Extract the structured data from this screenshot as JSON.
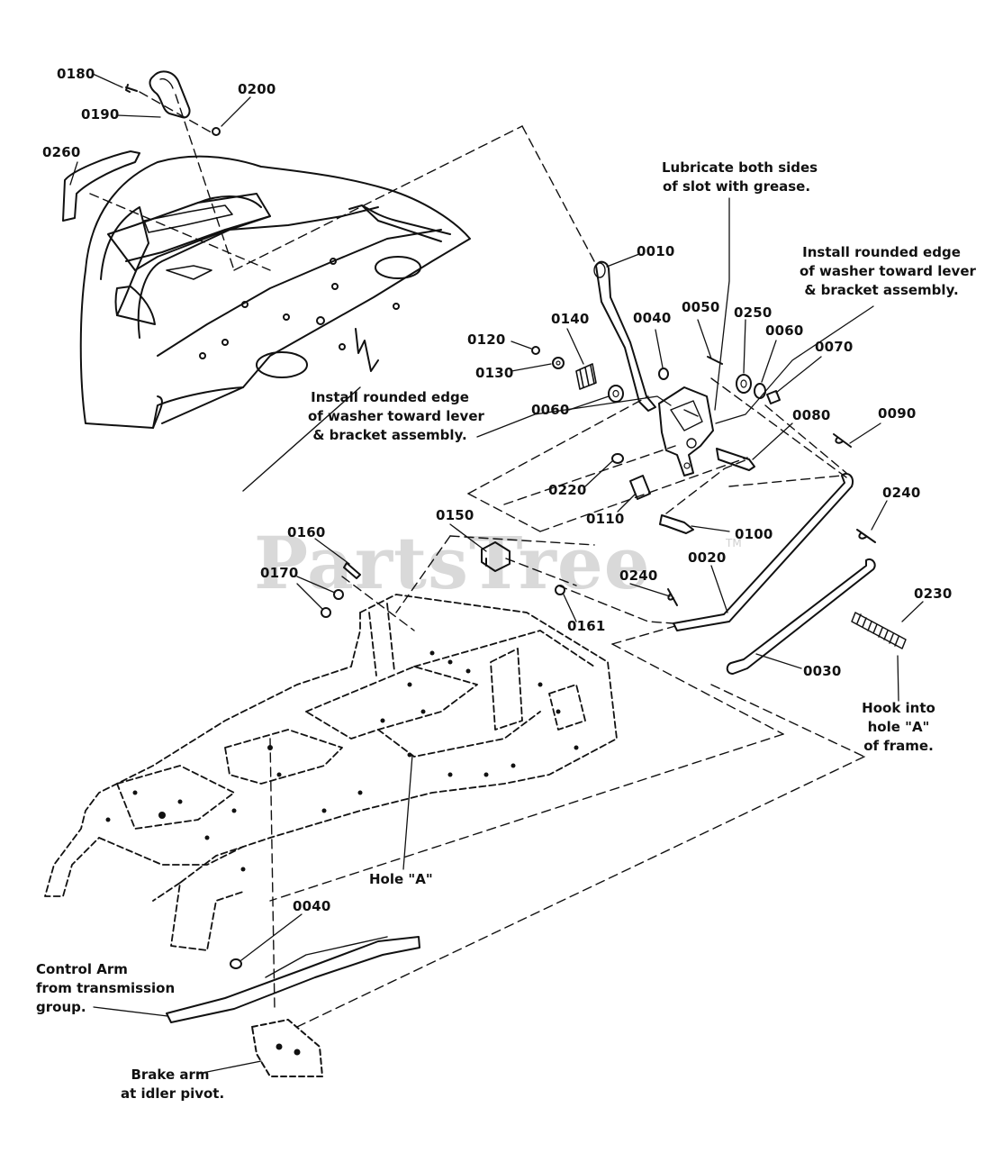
{
  "watermark": {
    "text": "PartsTree",
    "tm": "TM"
  },
  "parts": {
    "p0180": "0180",
    "p0190": "0190",
    "p0200": "0200",
    "p0260": "0260",
    "p0010": "0010",
    "p0040_top": "0040",
    "p0050": "0050",
    "p0250": "0250",
    "p0060_right": "0060",
    "p0070": "0070",
    "p0120": "0120",
    "p0130": "0130",
    "p0140": "0140",
    "p0060_left": "0060",
    "p0080": "0080",
    "p0090": "0090",
    "p0220": "0220",
    "p0110": "0110",
    "p0100": "0100",
    "p0240_right": "0240",
    "p0150": "0150",
    "p0160": "0160",
    "p0170": "0170",
    "p0161": "0161",
    "p0240_left": "0240",
    "p0020": "0020",
    "p0230": "0230",
    "p0030": "0030",
    "p0040_bottom": "0040"
  },
  "notes": {
    "lubricate": "Lubricate both sides\nof slot with grease.",
    "washer_right": "Install rounded edge\nof washer toward lever\n& bracket assembly.",
    "washer_left": "Install rounded edge\nof washer toward lever\n& bracket assembly.",
    "hook": "Hook into\nhole \"A\"\nof frame.",
    "hole_a": "Hole \"A\"",
    "control_arm": "Control Arm\nfrom transmission\ngroup.",
    "brake_arm": "Brake arm\nat idler pivot."
  }
}
